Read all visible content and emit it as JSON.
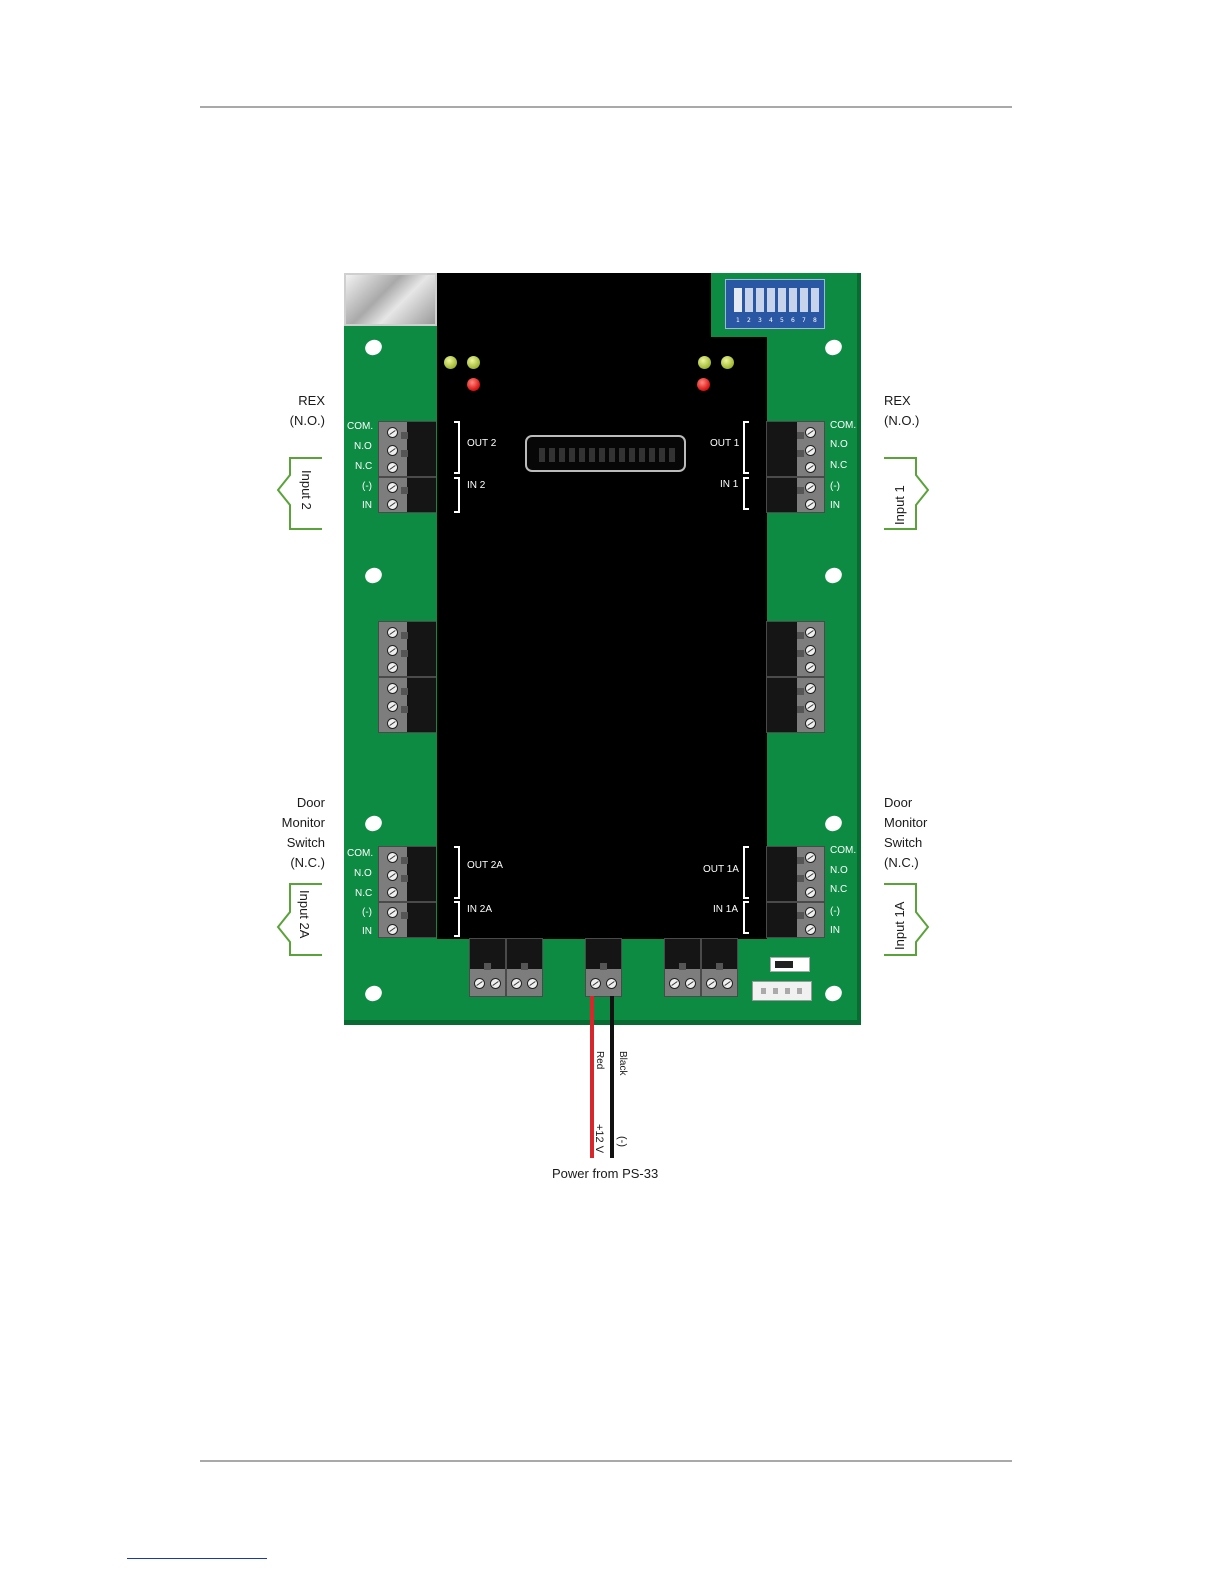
{
  "left_side": {
    "rex_label": [
      "REX",
      "(N.O.)"
    ],
    "door_label": [
      "Door",
      "Monitor",
      "Switch",
      "(N.C.)"
    ],
    "input_top": "Input 2",
    "input_bottom": "Input 2A",
    "pins": [
      "COM.",
      "N.O",
      "N.C",
      "(-)",
      "IN"
    ],
    "pins_bottom": [
      "COM.",
      "N.O",
      "N.C",
      "(-)",
      "IN"
    ],
    "out_top": "OUT 2",
    "in_top": "IN 2",
    "out_bottom": "OUT 2A",
    "in_bottom": "IN 2A"
  },
  "right_side": {
    "rex_label": [
      "REX",
      "(N.O.)"
    ],
    "door_label": [
      "Door",
      "Monitor",
      "Switch",
      "(N.C.)"
    ],
    "input_top": "Input 1",
    "input_bottom": "Input 1A",
    "pins": [
      "COM.",
      "N.O",
      "N.C",
      "(-)",
      "IN"
    ],
    "pins_bottom": [
      "COM.",
      "N.O",
      "N.C",
      "(-)",
      "IN"
    ],
    "out_top": "OUT 1",
    "in_top": "IN 1",
    "out_bottom": "OUT 1A",
    "in_bottom": "IN 1A"
  },
  "dip_switch": {
    "numbers": [
      "1",
      "2",
      "3",
      "4",
      "5",
      "6",
      "7",
      "8"
    ]
  },
  "power": {
    "red_wire_label": "Red",
    "black_wire_label": "Black",
    "red_voltage": "+12 V",
    "black_voltage": "(-)",
    "caption": "Power from PS-33",
    "colors": {
      "red": "#d8262d",
      "black": "#111111"
    }
  },
  "colors": {
    "board": "#0d8b43",
    "module": "#000000",
    "callout": "#5aa33a"
  }
}
